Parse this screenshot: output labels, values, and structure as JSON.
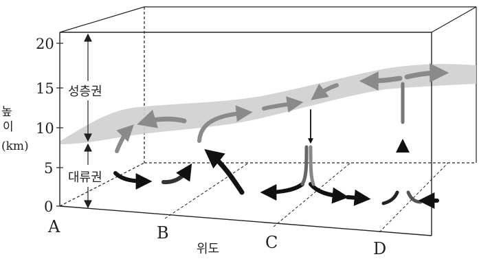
{
  "axis": {
    "ylabel_top": "높",
    "ylabel_bottom": "이",
    "unit": "(km)",
    "xlabel": "위도",
    "ticks": [
      "20",
      "15",
      "10",
      "5",
      "0"
    ]
  },
  "layers": {
    "stratosphere": "성층권",
    "troposphere": "대류권"
  },
  "points": [
    "A",
    "B",
    "C",
    "D"
  ],
  "colors": {
    "tropopause_band": "#cfcfcf",
    "box_line": "#222222",
    "arrow_dark": "#111111",
    "arrow_light": "#9a9a9a"
  }
}
